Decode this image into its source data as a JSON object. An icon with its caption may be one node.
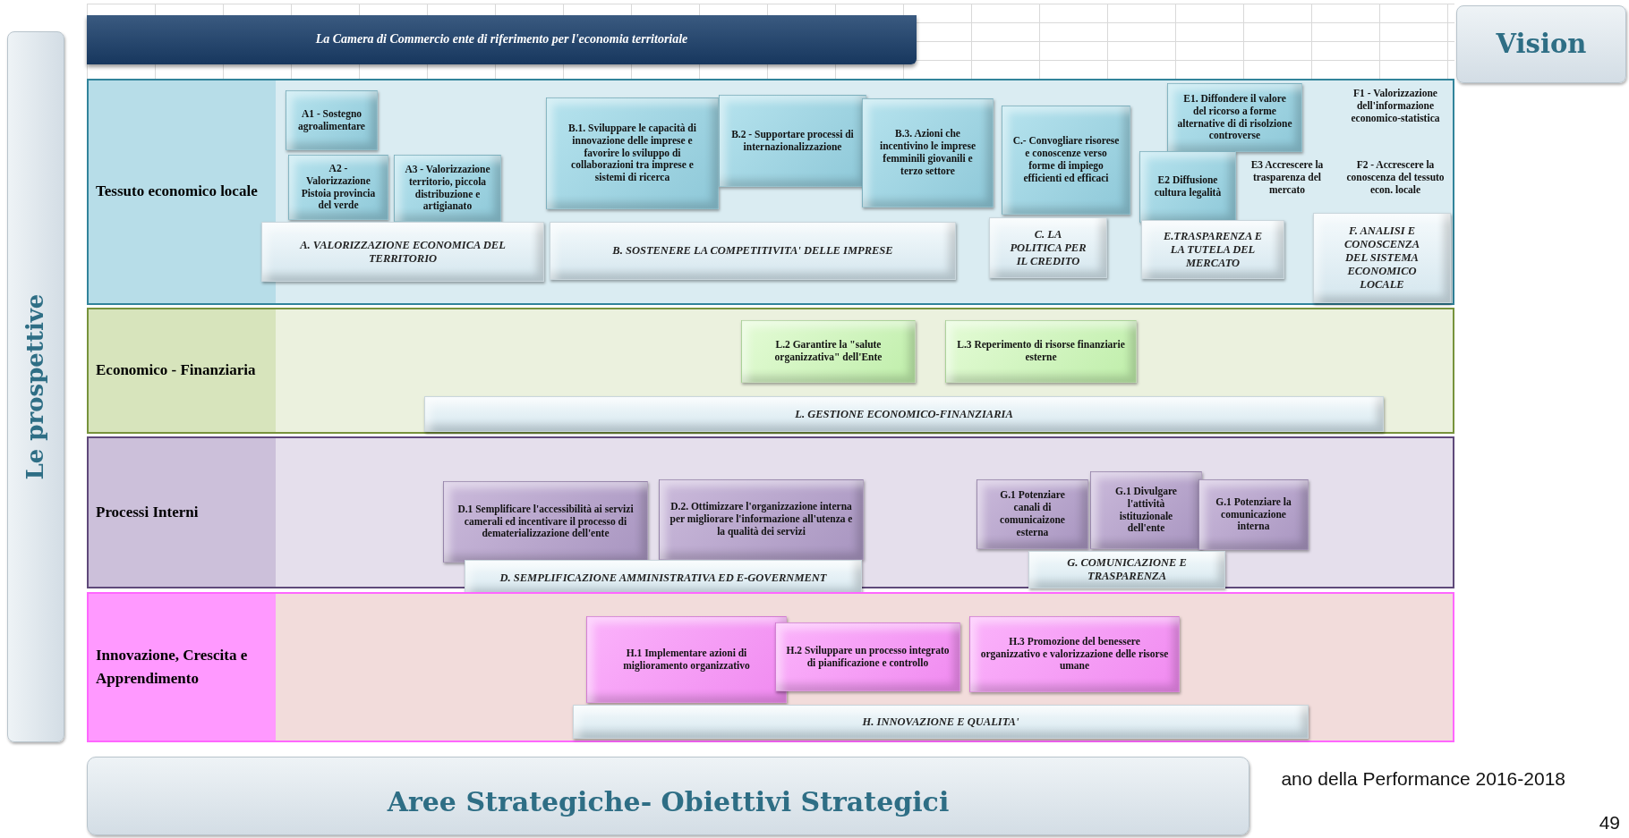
{
  "diagram": {
    "nodes": [
      {
        "text": [
          "La  Camera di Commercio ente di riferimento per l'economia territoriale"
        ]
      },
      {
        "text": [
          "Vision"
        ]
      },
      {
        "text": [
          "Le prospettive"
        ]
      },
      {
        "text": [
          "Tessuto economico locale"
        ]
      },
      {
        "text": [
          "A1 - Sostegno agroalimentare"
        ],
        "in": 3
      },
      {
        "text": [
          "A2 - Valorizzazione Pistoia provincia del verde"
        ],
        "in": 3
      },
      {
        "text": [
          "A3 - Valorizzazione territorio, piccola distribuzione e artigianato"
        ],
        "in": 3
      },
      {
        "text": [
          "B.1. Sviluppare le capacità di innovazione delle imprese e favorire lo sviluppo di collaborazioni tra imprese e sistemi di ricerca"
        ],
        "in": 3
      },
      {
        "text": [
          "B.2 - Supportare processi di internazionalizzazione"
        ],
        "in": 3
      },
      {
        "text": [
          "B.3. Azioni che incentivino le imprese femminili giovanili e terzo settore"
        ],
        "in": 3
      },
      {
        "text": [
          "C.- Convogliare risorese e conoscenze verso forme di impiego efficienti ed efficaci"
        ],
        "in": 3
      },
      {
        "text": [
          "E1. Diffondere il valore del ricorso a forme alternative di di risolzione controverse"
        ],
        "in": 3
      },
      {
        "text": [
          "E2 Diffusione cultura legalità"
        ],
        "in": 3
      },
      {
        "text": [
          "A. VALORIZZAZIONE  ECONOMICA DEL TERRITORIO"
        ],
        "in": 3
      },
      {
        "text": [
          "B. SOSTENERE LA COMPETITIVITA' DELLE IMPRESE"
        ],
        "in": 3
      },
      {
        "text": [
          "C. LA POLITICA PER IL CREDITO"
        ],
        "in": 3
      },
      {
        "text": [
          "E.TRASPARENZA E LA TUTELA DEL MERCATO"
        ],
        "in": 3
      },
      {
        "text": [
          "F. ANALISI E CONOSCENZA DEL SISTEMA ECONOMICO LOCALE"
        ],
        "in": 3
      },
      {
        "text": [
          "Economico - Finanziaria"
        ]
      },
      {
        "text": [
          "L.2 Garantire la \"salute organizzativa\" dell'Ente"
        ],
        "in": 18
      },
      {
        "text": [
          "L.3 Reperimento di risorse finanziarie esterne"
        ],
        "in": 18
      },
      {
        "text": [
          "L. GESTIONE  ECONOMICO-FINANZIARIA"
        ],
        "in": 18
      },
      {
        "text": [
          "Processi Interni"
        ]
      },
      {
        "text": [
          "D.1 Semplificare l'accessibilità ai servizi camerali  ed incentivare il processo di dematerializzazione dell'ente"
        ],
        "in": 22
      },
      {
        "text": [
          "D.2.  Ottimizzare l'organizzazione interna per migliorare l'informazione all'utenza e la qualità dei servizi"
        ],
        "in": 22
      },
      {
        "text": [
          "G.1 Potenziare canali di comunicaizone esterna"
        ],
        "in": 22
      },
      {
        "text": [
          "G.1 Divulgare l'attività istituzionale dell'ente"
        ],
        "in": 22
      },
      {
        "text": [
          "G.1 Potenziare la comunicazione interna"
        ],
        "in": 22
      },
      {
        "text": [
          "D. SEMPLIFICAZIONE AMMINISTRATIVA ED E-GOVERNMENT"
        ],
        "in": 22
      },
      {
        "text": [
          "G. COMUNICAZIONE E TRASPARENZA"
        ],
        "in": 22
      },
      {
        "text": [
          "Innovazione, Crescita e Apprendimento"
        ]
      },
      {
        "text": [
          "H.1 Implementare azioni di miglioramento organizzativo"
        ],
        "in": 30
      },
      {
        "text": [
          "H.2 Sviluppare un processo integrato di pianificazione e controllo"
        ],
        "in": 30
      },
      {
        "text": [
          "H.3 Promozione del benessere organizzativo e valorizzazione delle risorse umane"
        ],
        "in": 30
      },
      {
        "text": [
          "H. INNOVAZIONE E QUALITA'"
        ],
        "in": 30
      },
      {
        "text": [
          "Aree Strategiche- Obiettivi Strategici"
        ]
      }
    ],
    "labels": [
      "F1 - Valorizzazione dell'informazione economico-statistica",
      "E3 Accrescere la trasparenza del mercato",
      "F2 - Accrescere la conoscenza del tessuto econ. locale",
      "ano della Performance 2016-2018",
      "49"
    ]
  }
}
